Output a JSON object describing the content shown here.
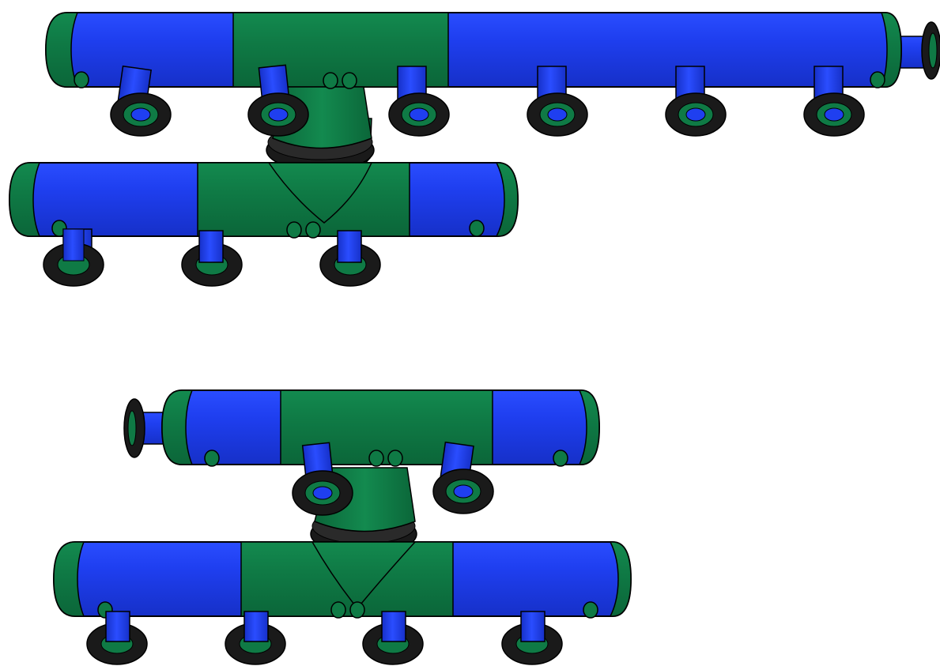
{
  "colors": {
    "blue": "#1f3ff0",
    "green": "#0f7a45",
    "outline": "#000000",
    "flange": "#1a1a1a",
    "background": "#ffffff"
  },
  "assemblies": [
    {
      "name": "upper-assembly",
      "headers": [
        {
          "name": "upper-top-header",
          "segments": [
            "green",
            "blue",
            "green",
            "blue",
            "green"
          ],
          "end_nozzle": "right",
          "branch_nozzles": 6
        },
        {
          "name": "upper-bottom-header",
          "segments": [
            "green",
            "blue",
            "green",
            "blue",
            "green"
          ],
          "end_nozzle": "none",
          "branch_nozzles": 3
        }
      ],
      "connector": "flanged-tee"
    },
    {
      "name": "lower-assembly",
      "headers": [
        {
          "name": "lower-top-header",
          "segments": [
            "green",
            "blue",
            "green",
            "blue",
            "green"
          ],
          "end_nozzle": "left",
          "branch_nozzles": 2
        },
        {
          "name": "lower-bottom-header",
          "segments": [
            "green",
            "blue",
            "green",
            "blue",
            "green"
          ],
          "end_nozzle": "none",
          "branch_nozzles": 4
        }
      ],
      "connector": "flanged-tee"
    }
  ]
}
